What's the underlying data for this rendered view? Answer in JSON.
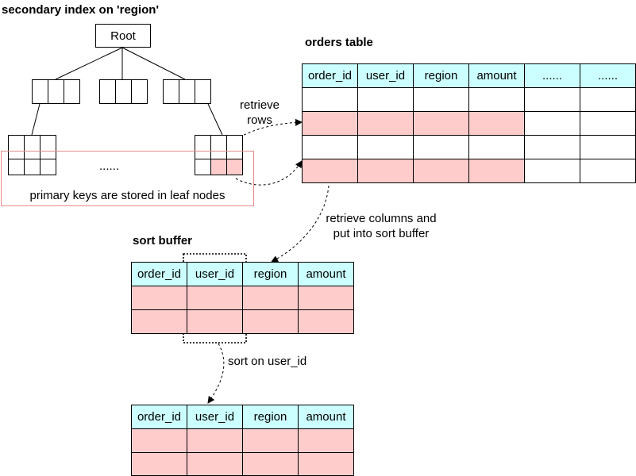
{
  "index": {
    "title": "secondary index on 'region'",
    "root_label": "Root",
    "ellipsis": "......",
    "leaf_note": "primary keys are stored in leaf nodes"
  },
  "orders_table": {
    "title": "orders table",
    "columns": [
      "order_id",
      "user_id",
      "region",
      "amount",
      "......",
      "......"
    ]
  },
  "arrows": {
    "retrieve_rows": [
      "retrieve",
      "rows"
    ],
    "retrieve_columns": [
      "retrieve columns and",
      "put into sort buffer"
    ],
    "sort": "sort on user_id"
  },
  "sort_buffer": {
    "title": "sort buffer",
    "columns": [
      "order_id",
      "user_id",
      "region",
      "amount"
    ]
  },
  "sorted_table": {
    "columns": [
      "order_id",
      "user_id",
      "region",
      "amount"
    ]
  },
  "colors": {
    "header": "#ccffff",
    "highlight": "#ffcccc",
    "index_outline": "#e88a8a"
  }
}
